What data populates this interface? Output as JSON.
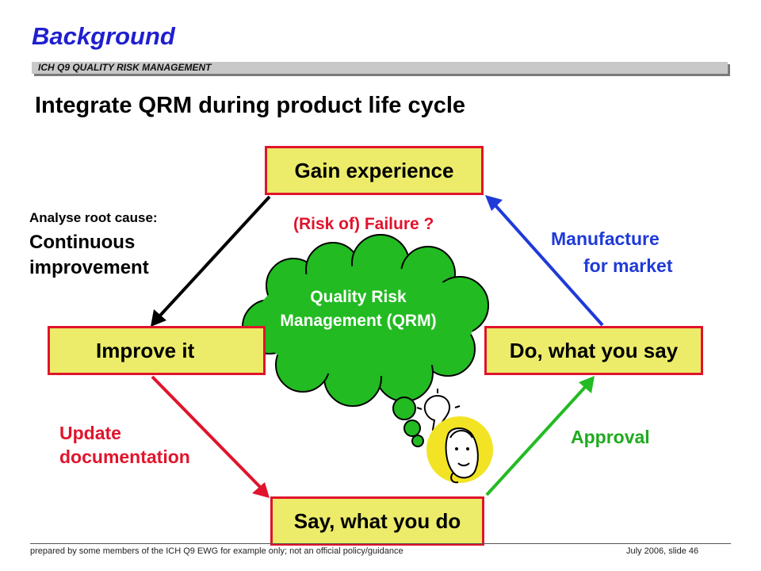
{
  "header": {
    "title": "Background",
    "subtitle": "ICH Q9 QUALITY RISK MANAGEMENT"
  },
  "slide": {
    "heading": "Integrate QRM during product life cycle"
  },
  "boxes": {
    "gain": "Gain experience",
    "improve": "Improve it",
    "do": "Do, what you say",
    "say": "Say, what you do"
  },
  "labels": {
    "failure": "(Risk of) Failure ?",
    "analyse": "Analyse root cause:",
    "continuous": "Continuous improvement",
    "manufacture_line1": "Manufacture",
    "manufacture_line2": "for market",
    "update": "Update documentation",
    "approval": "Approval"
  },
  "cloud": {
    "text": "Quality Risk Management (QRM)"
  },
  "colors": {
    "box_fill": "#ecec6a",
    "box_border": "#e0142c",
    "cloud": "#22bb22",
    "arrow_black": "#000000",
    "arrow_blue": "#1f3ad8",
    "arrow_red": "#e0142c",
    "arrow_green": "#22bb22",
    "title_blue": "#1f1fd0"
  },
  "icons": {
    "thinker": "thinking-person-icon",
    "lightbulb": "lightbulb-icon"
  },
  "footer": {
    "left": "prepared by some members of the ICH Q9 EWG for example only; not an official policy/guidance",
    "right": "July 2006, slide 46"
  }
}
